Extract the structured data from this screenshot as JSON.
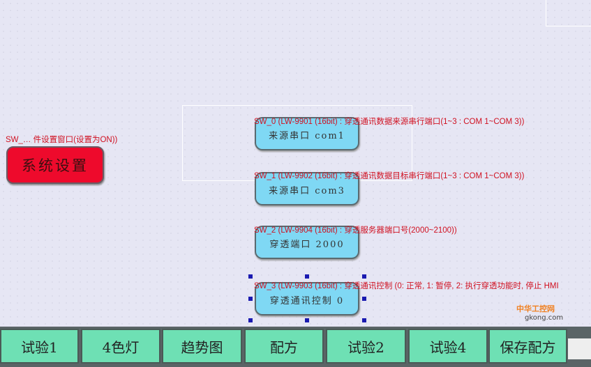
{
  "system_button": {
    "label": "系统设置",
    "caption": "SW_… 件设置窗口(设置为ON))"
  },
  "controls": [
    {
      "caption": "SW_0 (LW-9901 (16bit) : 穿透通讯数据来源串行端口(1~3 : COM 1~COM 3))",
      "label": "来源串口 com1"
    },
    {
      "caption": "SW_1 (LW-9902 (16bit) : 穿透通讯数据目标串行端口(1~3 : COM 1~COM 3))",
      "label": "来源串口 com3"
    },
    {
      "caption": "SW_2 (LW-9904 (16bit) : 穿透服务器端口号(2000~2100))",
      "label": "穿透端口 2000"
    },
    {
      "caption": "SW_3 (LW-9903 (16bit) : 穿透通讯控制 (0: 正常, 1: 暂停, 2: 执行穿透功能时, 停止 HMI",
      "label": "穿透通讯控制  0"
    }
  ],
  "nav": [
    "试验1",
    "4色灯",
    "趋势图",
    "配方",
    "试验2",
    "试验4",
    "保存配方"
  ],
  "watermark": {
    "name": "中华工控网",
    "url": "gkong.com"
  }
}
